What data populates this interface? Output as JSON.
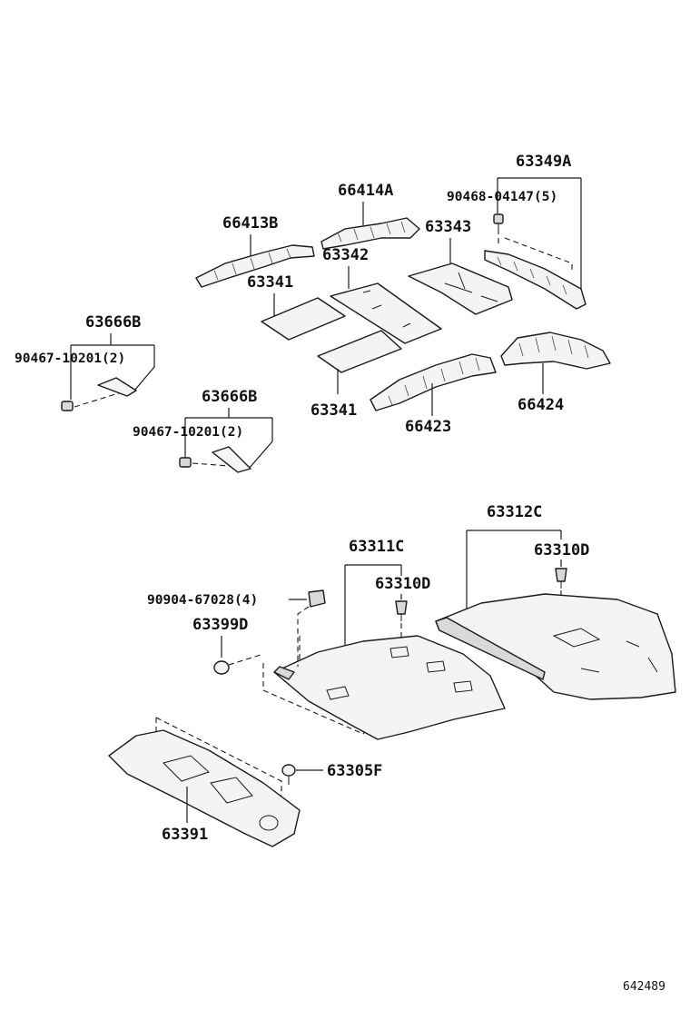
{
  "labels": {
    "p63349A": "63349A",
    "p90468": "90468-04147(5)",
    "p66414A": "66414A",
    "p66413B": "66413B",
    "p63343": "63343",
    "p63342": "63342",
    "p63341_top": "63341",
    "p63341_bottom": "63341",
    "p63666B_left": "63666B",
    "p90467_left": "90467-10201(2)",
    "p63666B_right": "63666B",
    "p90467_right": "90467-10201(2)",
    "p66423": "66423",
    "p66424": "66424",
    "p63312C": "63312C",
    "p63311C": "63311C",
    "p63310D_right": "63310D",
    "p63310D_mid": "63310D",
    "p90904": "90904-67028(4)",
    "p63399D": "63399D",
    "p63305F": "63305F",
    "p63391": "63391"
  },
  "ref_code": "642489"
}
